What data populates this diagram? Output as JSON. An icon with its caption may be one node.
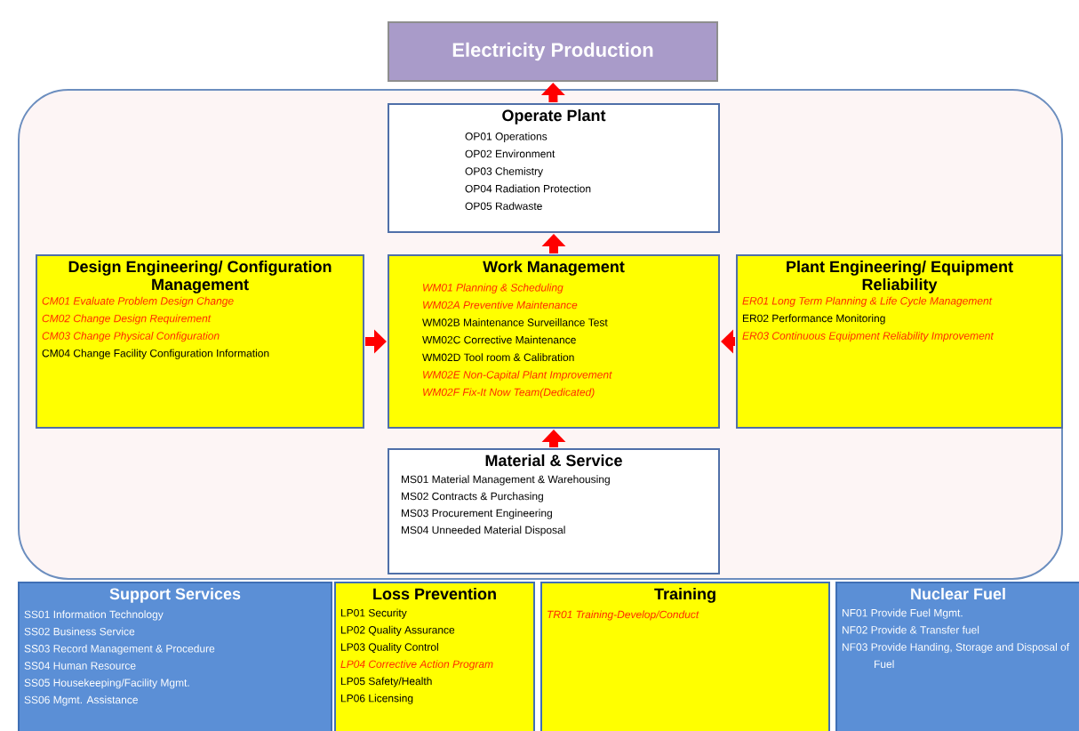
{
  "diagram": {
    "nodes": [
      {
        "text": [
          "Electricity Production"
        ]
      },
      {
        "text": [],
        "shape": "box"
      },
      {
        "text": [
          "Operate Plant",
          "OP01 Operations",
          "OP02 Environment",
          "OP03 Chemistry",
          "OP04 Radiation Protection",
          "OP05 Radwaste"
        ],
        "in": 1
      },
      {
        "text": [
          "Design Engineering/ Configuration Management",
          "CM01 Evaluate Problem Design Change",
          "CM02 Change Design Requirement",
          "CM03 Change Physical Configuration",
          "CM04 Change Facility Configuration Information"
        ],
        "in": 1
      },
      {
        "text": [
          "Work Management",
          "WM01 Planning & Scheduling",
          "WM02A Preventive Maintenance",
          "WM02B Maintenance Surveillance Test",
          "WM02C Corrective Maintenance",
          "WM02D Tool room & Calibration",
          "WM02E Non-Capital Plant Improvement",
          "WM02F Fix-It Now Team(Dedicated)"
        ],
        "in": 1
      },
      {
        "text": [
          "Plant Engineering/ Equipment Reliability",
          "ER01 Long Term Planning & Life Cycle Management",
          "ER02 Performance Monitoring",
          "ER03 Continuous Equipment Reliability Improvement"
        ],
        "in": 1
      },
      {
        "text": [
          "Material & Service",
          "MS01 Material Management & Warehousing",
          "MS02 Contracts & Purchasing",
          "MS03 Procurement Engineering",
          "MS04 Unneeded Material Disposal"
        ],
        "in": 1
      },
      {
        "text": [
          "Support Services",
          "SS01 Information Technology",
          "SS02 Business Service",
          "SS03 Record Management & Procedure",
          "SS04 Human Resource",
          "SS05 Housekeeping/Facility Mgmt.",
          "SS06 Mgmt. Assistance"
        ]
      },
      {
        "text": [
          "Loss Prevention",
          "LP01 Security",
          "LP02 Quality Assurance",
          "LP03 Quality Control",
          "LP04 Corrective Action Program",
          "LP05 Safety/Health",
          "LP06 Licensing"
        ]
      },
      {
        "text": [
          "Training",
          "TR01 Training-Develop/Conduct"
        ]
      },
      {
        "text": [
          "Nuclear Fuel",
          "NF01 Provide Fuel Mgmt.",
          "NF02 Provide & Transfer fuel",
          "NF03 Provide Handing, Storage and Disposal of Fuel"
        ]
      }
    ],
    "edges": [
      {
        "from": 2,
        "to": 0,
        "arrow": "to"
      },
      {
        "from": 4,
        "to": 2,
        "arrow": "to"
      },
      {
        "from": 3,
        "to": 4,
        "arrow": "to"
      },
      {
        "from": 5,
        "to": 4,
        "arrow": "to"
      },
      {
        "from": 6,
        "to": 4,
        "arrow": "to"
      }
    ]
  }
}
